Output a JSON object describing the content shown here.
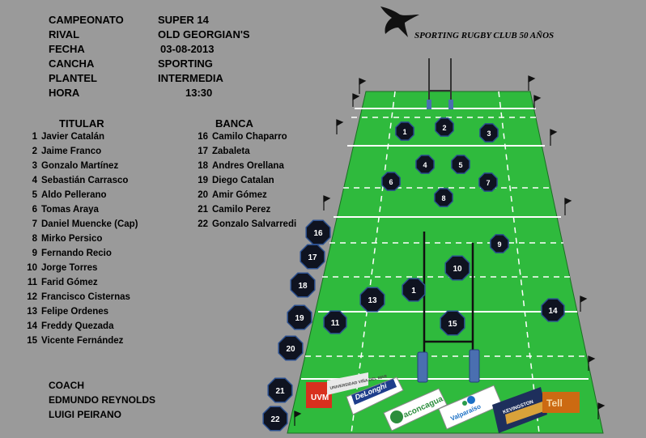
{
  "match": {
    "rows": [
      {
        "label": "CAMPEONATO",
        "value": "SUPER 14"
      },
      {
        "label": "RIVAL",
        "value": "OLD GEORGIAN'S"
      },
      {
        "label": "FECHA",
        "value": "03-08-2013"
      },
      {
        "label": "CANCHA",
        "value": "SPORTING"
      },
      {
        "label": "PLANTEL",
        "value": "INTERMEDIA"
      },
      {
        "label": "HORA",
        "value": "13:30"
      }
    ]
  },
  "club": {
    "name": "SPORTING RUGBY CLUB 50 AÑOS",
    "logo": "hawk-logo"
  },
  "starters": {
    "heading": "TITULAR",
    "players": [
      {
        "num": "1",
        "name": "Javier Catalán"
      },
      {
        "num": "2",
        "name": "Jaime Franco"
      },
      {
        "num": "3",
        "name": "Gonzalo Martínez"
      },
      {
        "num": "4",
        "name": "Sebastián Carrasco"
      },
      {
        "num": "5",
        "name": "Aldo Pellerano"
      },
      {
        "num": "6",
        "name": "Tomas Araya"
      },
      {
        "num": "7",
        "name": "Daniel Muencke (Cap)"
      },
      {
        "num": "8",
        "name": "Mirko Persico"
      },
      {
        "num": "9",
        "name": "Fernando Recio"
      },
      {
        "num": "10",
        "name": "Jorge Torres"
      },
      {
        "num": "11",
        "name": "Farid Gómez"
      },
      {
        "num": "12",
        "name": "Francisco Cisternas"
      },
      {
        "num": "13",
        "name": "Felipe Ordenes"
      },
      {
        "num": "14",
        "name": "Freddy Quezada"
      },
      {
        "num": "15",
        "name": "Vicente Fernández"
      }
    ]
  },
  "bench": {
    "heading": "BANCA",
    "players": [
      {
        "num": "16",
        "name": "Camilo Chaparro"
      },
      {
        "num": "17",
        "name": "Zabaleta"
      },
      {
        "num": "18",
        "name": "Andres Orellana"
      },
      {
        "num": "19",
        "name": "Diego Catalan"
      },
      {
        "num": "20",
        "name": "Amir Gómez"
      },
      {
        "num": "21",
        "name": "Camilo Perez"
      },
      {
        "num": "22",
        "name": "Gonzalo Salvarredi"
      }
    ]
  },
  "staff": {
    "heading": "COACH",
    "names": [
      "EDMUNDO REYNOLDS",
      "LUIGI PEIRANO"
    ]
  },
  "field_markers": {
    "top_set": [
      "1",
      "2",
      "3"
    ],
    "second_set": [
      "4",
      "5"
    ],
    "third_set": [
      "6",
      "7"
    ],
    "eight": "8",
    "nine": "9",
    "ten": "10",
    "back_one": "1",
    "thirteen": "13",
    "fourteen": "14",
    "eleven": "11",
    "fifteen": "15",
    "bench_side": [
      "16",
      "17",
      "18",
      "19",
      "20",
      "21",
      "22"
    ]
  },
  "sponsors": [
    {
      "name": "UVM",
      "text": "UVM",
      "sub": "UNIVERSIDAD VIÑA DEL MAR"
    },
    {
      "name": "delonghi",
      "text": "DeLonghi"
    },
    {
      "name": "aconcagua",
      "text": "aconcagua"
    },
    {
      "name": "valparaiso",
      "text": "Valparaíso"
    },
    {
      "name": "kevingston",
      "text": "KEVINGSTON"
    },
    {
      "name": "tell",
      "text": "Tell"
    }
  ],
  "colors": {
    "background": "#9a9a9a",
    "field": "#2fba3d",
    "marker": "#0f1320",
    "marker_border": "#2a4f8f",
    "goal_post": "#4a6fb0"
  }
}
